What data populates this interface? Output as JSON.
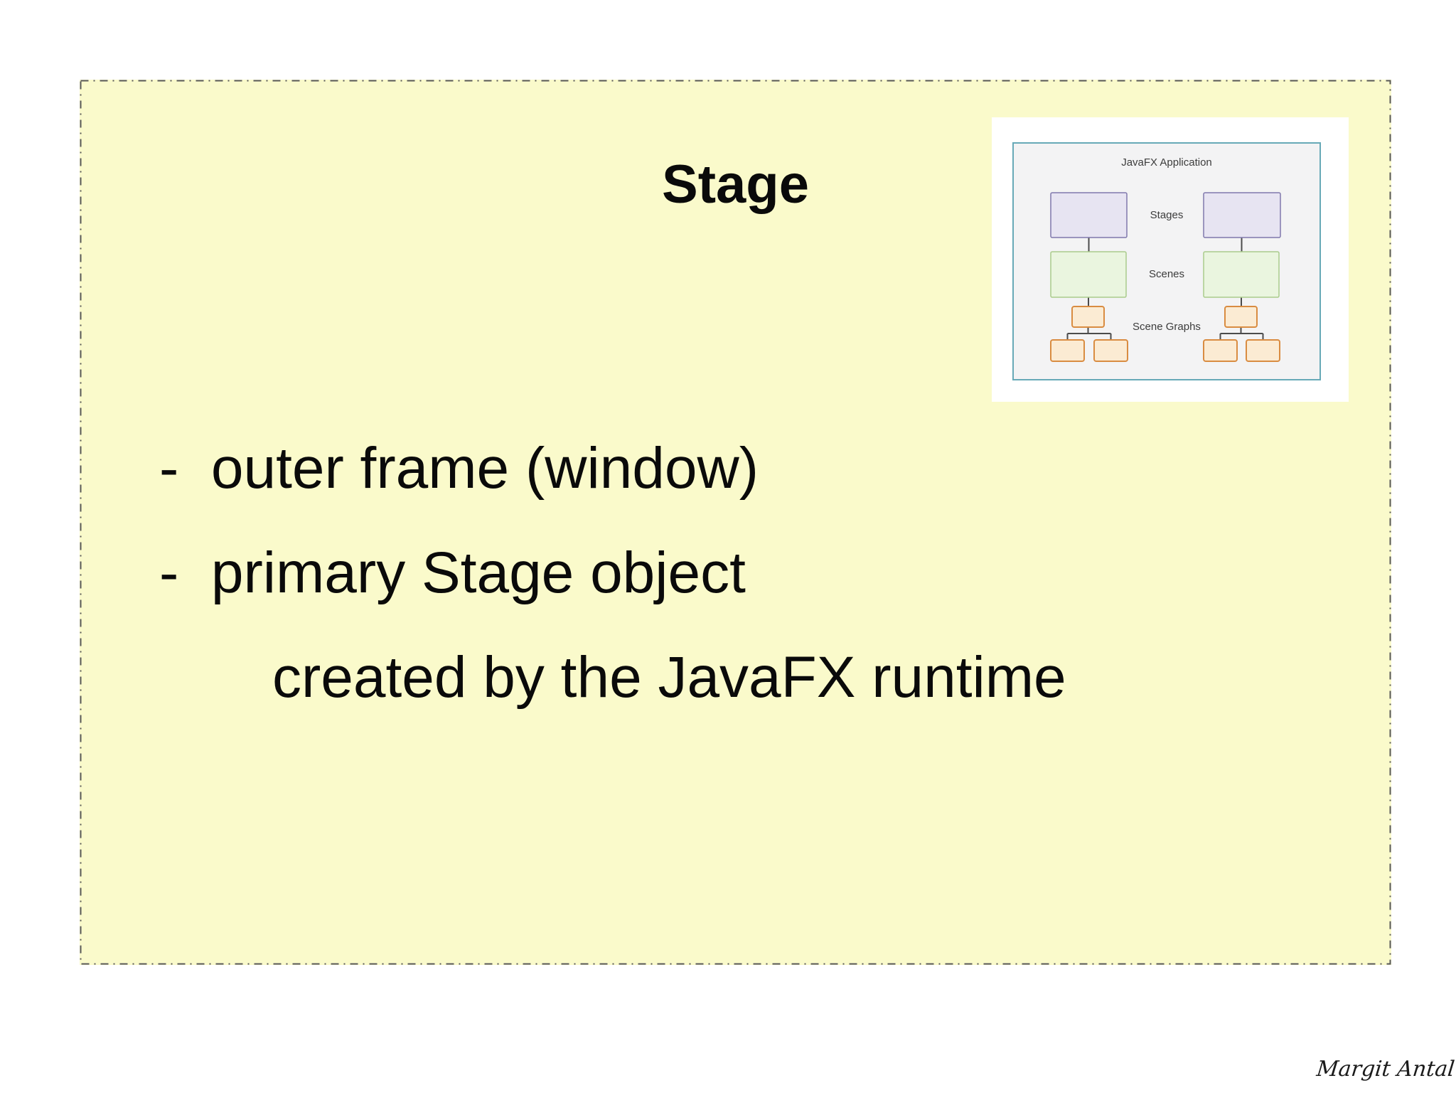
{
  "slide": {
    "title": "Stage",
    "bullets": [
      "-  outer frame (window)",
      "-  primary Stage object"
    ],
    "continuation": "created by the JavaFX runtime",
    "signature": "Margit Antal",
    "colors": {
      "background": "#FAFACB",
      "border": "#58585A",
      "text": "#0A0A0A"
    }
  },
  "diagram": {
    "title": "JavaFX Application",
    "labels": {
      "stages": "Stages",
      "scenes": "Scenes",
      "scene_graphs": "Scene Graphs"
    },
    "colors": {
      "frame_border": "#67A9B7",
      "background": "#F3F3F4",
      "stage_fill": "#E7E4F2",
      "stage_border": "#8078AC",
      "scene_fill": "#EAF5DF",
      "scene_border": "#A9CB8B",
      "node_fill": "#FBEBD3",
      "node_border": "#D98C41",
      "connector": "#4B4B4B",
      "label_text": "#3C3C3C"
    }
  }
}
